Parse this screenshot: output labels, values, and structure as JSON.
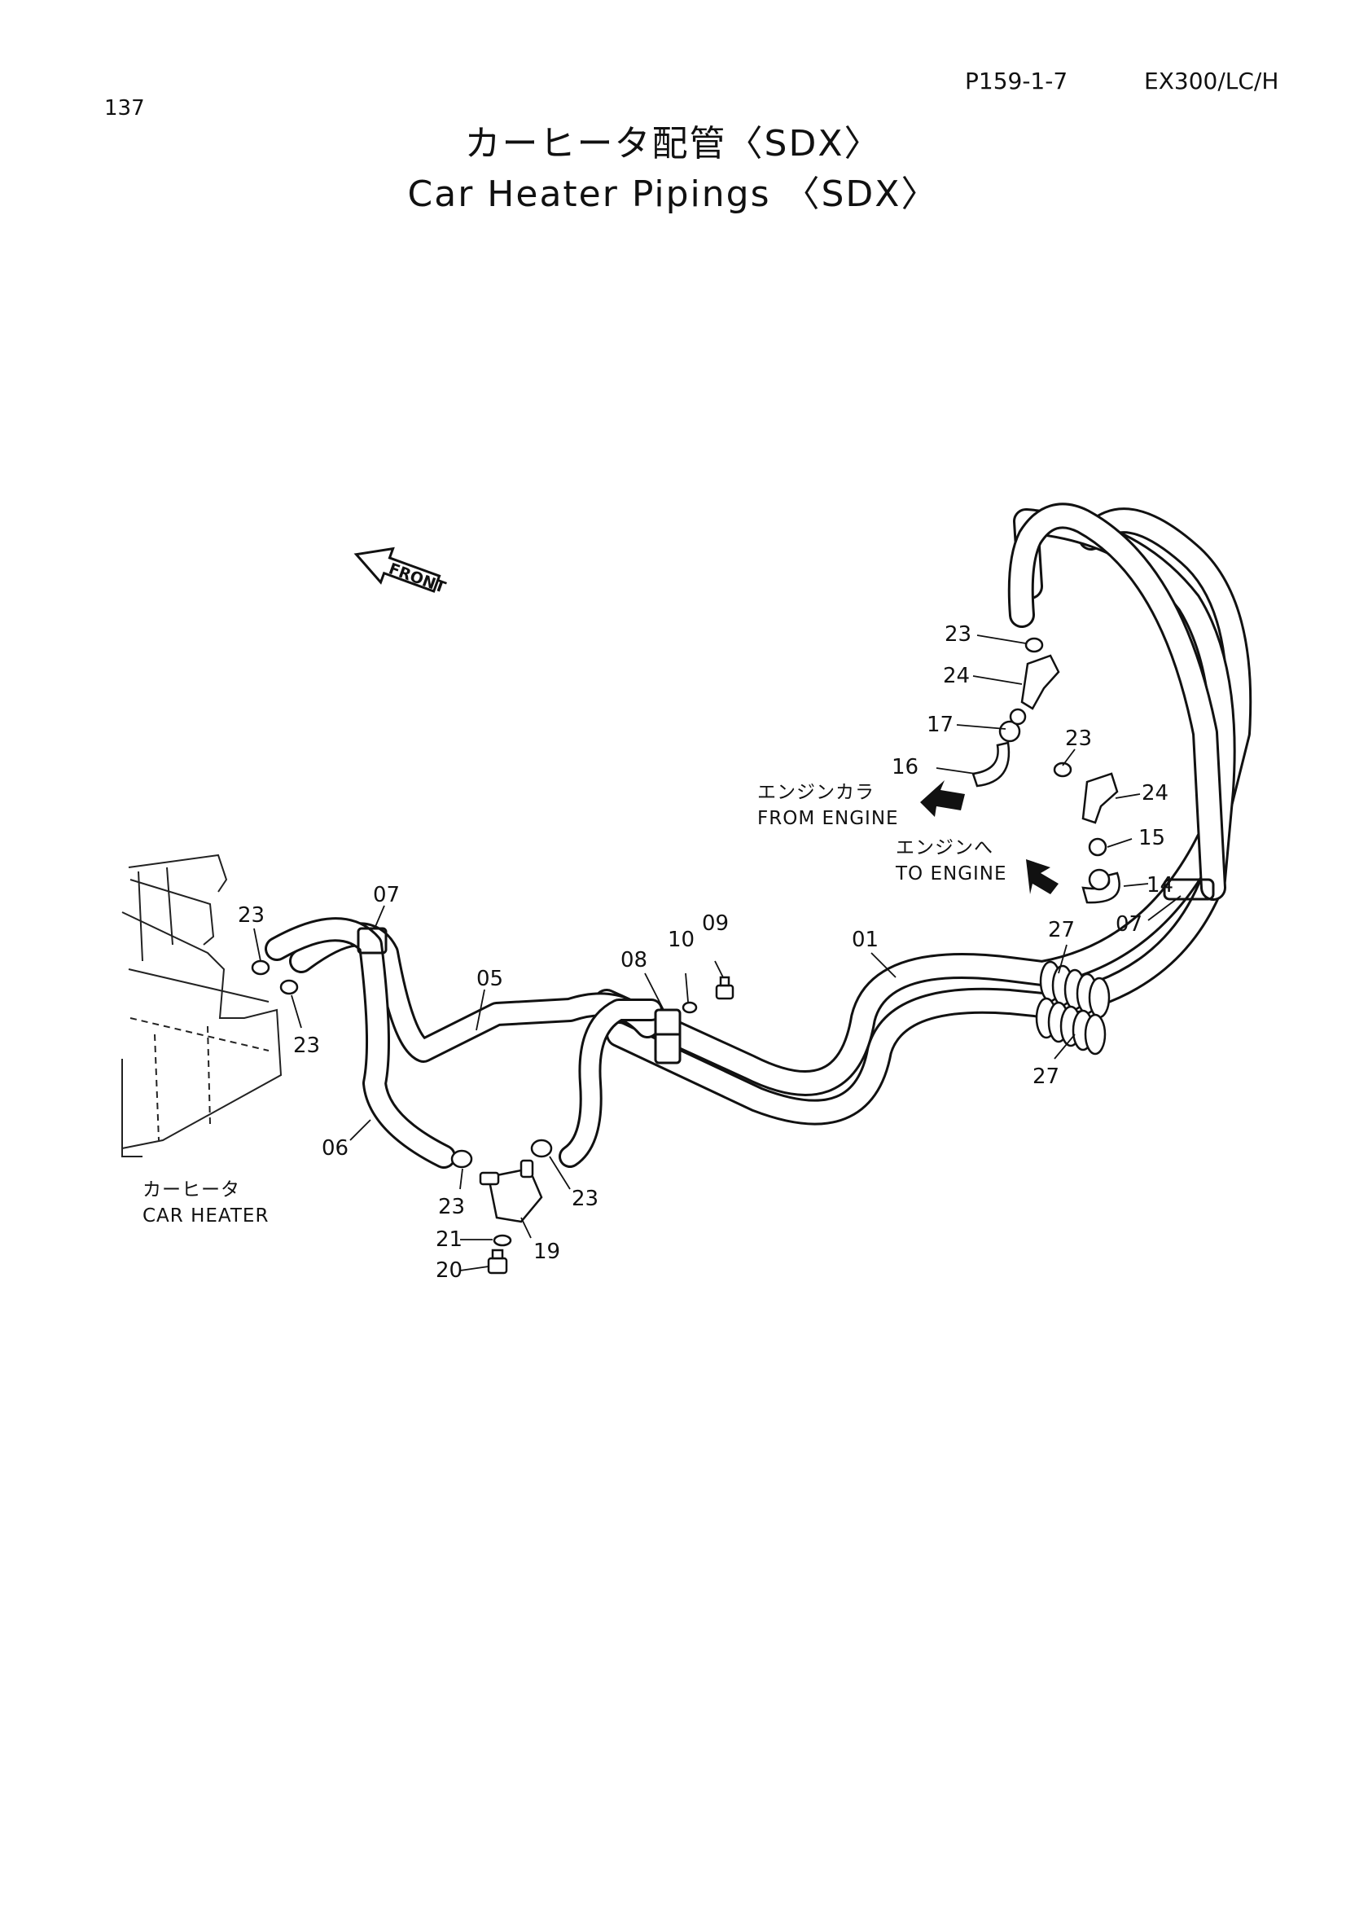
{
  "header": {
    "page_number": "137",
    "page_code": "P159-1-7",
    "model": "EX300/LC/H",
    "title_jp": "カーヒータ配管〈SDX〉",
    "title_en": "Car Heater Pipings 〈SDX〉"
  },
  "diagram": {
    "front_label": "FRONT",
    "captions": {
      "from_engine_jp": "エンジンカラ",
      "from_engine_en": "FROM ENGINE",
      "to_engine_jp": "エンジンへ",
      "to_engine_en": "TO ENGINE",
      "car_heater_jp": "カーヒータ",
      "car_heater_en": "CAR HEATER"
    },
    "part_labels": [
      "23",
      "24",
      "17",
      "16",
      "23",
      "24",
      "15",
      "14",
      "07",
      "27",
      "27",
      "01",
      "09",
      "10",
      "08",
      "05",
      "07",
      "23",
      "23",
      "06",
      "23",
      "23",
      "21",
      "19",
      "20"
    ]
  }
}
